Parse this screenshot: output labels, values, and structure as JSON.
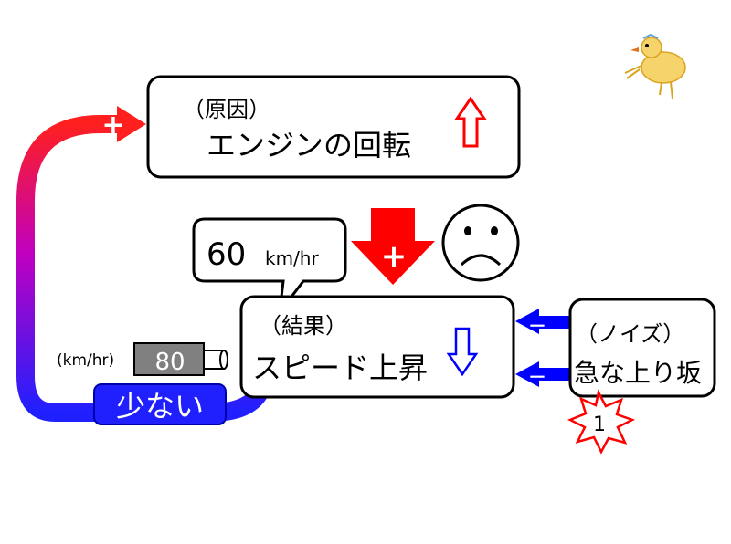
{
  "cause_box": {
    "label": "（原因）",
    "text": "エンジンの回転",
    "trend_icon": "up-arrow-outline-red"
  },
  "result_box": {
    "label": "（結果）",
    "text": "スピード上昇",
    "trend_icon": "down-arrow-outline-blue"
  },
  "noise_box": {
    "label": "（ノイズ）",
    "text": "急な上り坂",
    "count": "1"
  },
  "speed_callout": {
    "value": "60",
    "unit": "km/hr"
  },
  "speed_meter": {
    "unit_label": "(km/hr)",
    "value": "80"
  },
  "feedback": {
    "low_label": "少ない",
    "plus_sign": "+",
    "minus_sign": "－"
  },
  "colors": {
    "plus_red": "#ff0000",
    "minus_blue": "#0000ff",
    "gradient_start": "#ff1f1f",
    "gradient_mid": "#c000c0",
    "gradient_end": "#2020ff",
    "meter_gray": "#808080",
    "noise_star_border": "#ff0000"
  },
  "icons": [
    "sad-face-icon",
    "chick-illustration",
    "starburst-icon"
  ]
}
